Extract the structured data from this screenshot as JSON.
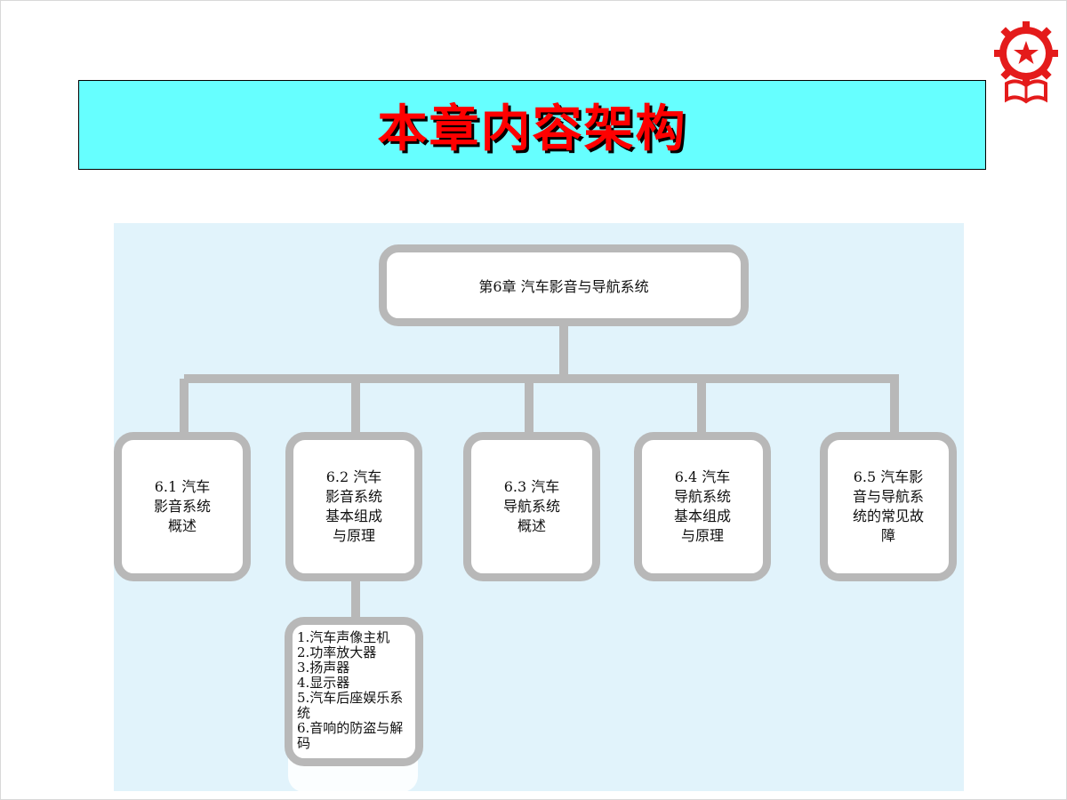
{
  "slide": {
    "title": "本章内容架构"
  },
  "logo": {
    "icon": "gear-star-book-emblem-icon",
    "color": "#e41b1b"
  },
  "diagram": {
    "root": "第6章  汽车影音与导航系统",
    "children": [
      "6.1 汽车\n影音系统\n概述",
      "6.2 汽车\n影音系统\n基本组成\n与原理",
      "6.3 汽车\n导航系统\n概述",
      "6.4 汽车\n导航系统\n基本组成\n与原理",
      "6.5 汽车影\n音与导航系\n统的常见故\n障"
    ],
    "details": [
      "1.汽车声像主机",
      "2.功率放大器",
      "3.扬声器",
      "4.显示器",
      "5.汽车后座娱乐系统",
      "6.音响的防盗与解码"
    ]
  },
  "colors": {
    "title_bg": "#66ffff",
    "title_text": "#ff0000",
    "diagram_bg": "#e1f3fb",
    "node_border": "#b8b8b8"
  }
}
